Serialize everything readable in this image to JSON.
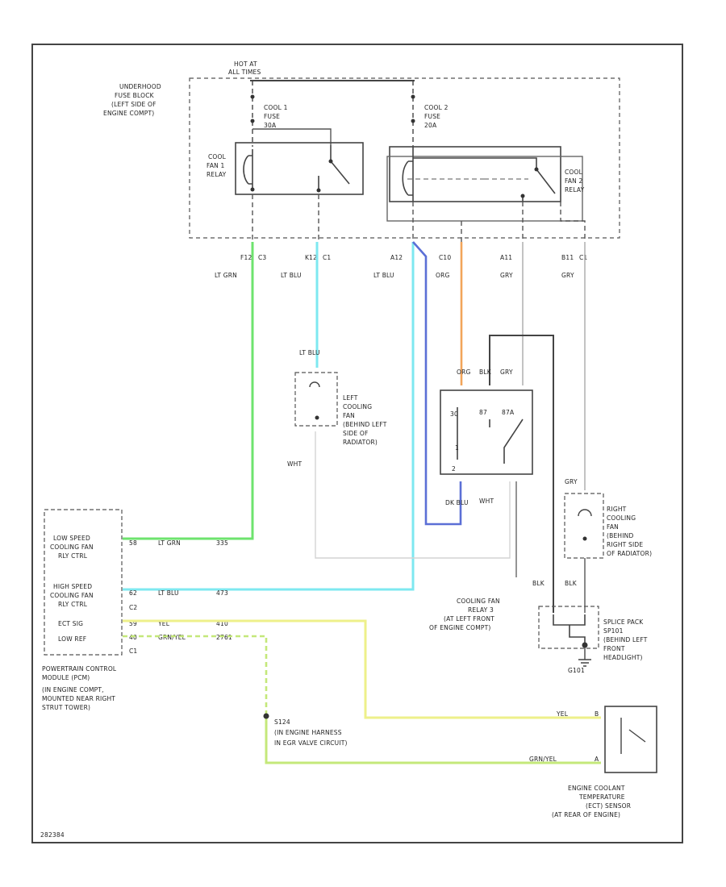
{
  "labels": {
    "hot_at": "HOT AT",
    "all_times": "ALL TIMES",
    "fuse_block": [
      "UNDERHOOD",
      "FUSE BLOCK",
      "(LEFT SIDE OF",
      "ENGINE COMPT)"
    ],
    "cool1_fuse": [
      "COOL 1",
      "FUSE",
      "30A"
    ],
    "cool2_fuse": [
      "COOL 2",
      "FUSE",
      "20A"
    ],
    "fan1_relay": [
      "COOL",
      "FAN 1",
      "RELAY"
    ],
    "fan2_relay": [
      "COOL",
      "FAN 2",
      "RELAY"
    ],
    "connectors": [
      "F12",
      "C3",
      "K12",
      "C1",
      "A12",
      "C10",
      "A11",
      "B11",
      "C1"
    ],
    "wire_colors_top": [
      "LT GRN",
      "LT BLU",
      "LT BLU",
      "ORG",
      "GRY",
      "GRY"
    ],
    "left_fan": [
      "LEFT",
      "COOLING",
      "FAN",
      "(BEHIND LEFT",
      "SIDE OF",
      "RADIATOR)"
    ],
    "left_fan_wire": "LT BLU",
    "left_fan_wht": "WHT",
    "relay3_wires": [
      "ORG",
      "BLK",
      "GRY"
    ],
    "relay3_pins": [
      "30",
      "87",
      "87A",
      "1",
      "2"
    ],
    "relay3_label": [
      "COOLING FAN",
      "RELAY 3",
      "(AT LEFT FRONT",
      "OF ENGINE COMPT)"
    ],
    "relay3_wht": "WHT",
    "dk_blu": "DK BLU",
    "right_fan": [
      "RIGHT",
      "COOLING",
      "FAN",
      "(BEHIND",
      "RIGHT SIDE",
      "OF RADIATOR)"
    ],
    "right_fan_wires": [
      "GRY",
      "BLK",
      "BLK"
    ],
    "splice_pack": [
      "SPLICE PACK",
      "SP101",
      "(BEHIND LEFT",
      "FRONT",
      "HEADLIGHT)"
    ],
    "ground": "G101",
    "pcm_rows": [
      {
        "name": [
          "LOW SPEED",
          "COOLING FAN",
          "RLY CTRL"
        ],
        "pin": "58",
        "color": "LT GRN",
        "circuit": "335"
      },
      {
        "name": [
          "HIGH SPEED",
          "COOLING FAN",
          "RLY CTRL"
        ],
        "pin": "62",
        "color": "LT BLU",
        "circuit": "473"
      },
      {
        "name": [
          "ECT SIG"
        ],
        "pin": "59",
        "color": "YEL",
        "circuit": "410"
      },
      {
        "name": [
          "LOW REF"
        ],
        "pin": "40",
        "color": "GRN/YEL",
        "circuit": "2761"
      }
    ],
    "pcm_connectors": [
      "C2",
      "C1"
    ],
    "pcm_label": [
      "POWERTRAIN CONTROL",
      "MODULE (PCM)",
      "(IN ENGINE COMPT,",
      "MOUNTED NEAR RIGHT",
      "STRUT TOWER)"
    ],
    "s124": [
      "S124",
      "(IN ENGINE HARNESS",
      "IN EGR VALVE CIRCUIT)"
    ],
    "sensor_wires": [
      "YEL",
      "GRN/YEL"
    ],
    "sensor_pins": [
      "B",
      "A"
    ],
    "sensor_label": [
      "ENGINE COOLANT",
      "TEMPERATURE",
      "(ECT) SENSOR",
      "(AT REAR OF ENGINE)"
    ],
    "figure_id": "282384"
  },
  "colors": {
    "lt_grn": "#6ee36e",
    "lt_blu": "#7ee8f0",
    "dk_blu": "#5b6fd6",
    "org": "#f2a45a",
    "yel": "#eef08a",
    "grn_yel": "#c4e87a",
    "gry": "#b4b4b4",
    "blk": "#444444"
  }
}
